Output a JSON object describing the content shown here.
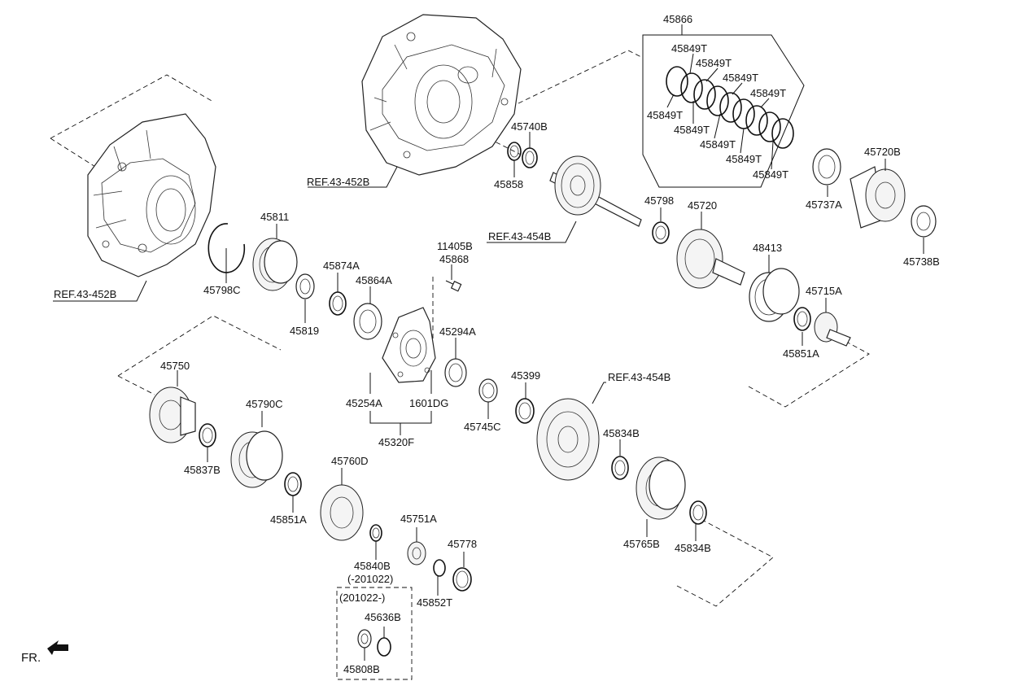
{
  "labels": {
    "p45866": "45866",
    "p45849t_1": "45849T",
    "p45849t_2": "45849T",
    "p45849t_3": "45849T",
    "p45849t_4": "45849T",
    "p45849t_5": "45849T",
    "p45849t_6": "45849T",
    "p45849t_7": "45849T",
    "p45849t_8": "45849T",
    "p45849t_9": "45849T",
    "p45740b": "45740B",
    "p45858": "45858",
    "ref_43_452b_top": "REF.43-452B",
    "p45720b": "45720B",
    "p45737a": "45737A",
    "p45798": "45798",
    "p45720": "45720",
    "ref_43_454b_mid": "REF.43-454B",
    "p45738b": "45738B",
    "p48413": "48413",
    "p45715a": "45715A",
    "p45851a_right": "45851A",
    "p11405b": "11405B",
    "p45868": "45868",
    "p45811": "45811",
    "p45798c": "45798C",
    "p45874a": "45874A",
    "p45864a": "45864A",
    "p45819": "45819",
    "ref_43_452b_left": "REF.43-452B",
    "p45294a": "45294A",
    "p45254a": "45254A",
    "p1601dg": "1601DG",
    "p45320f": "45320F",
    "p45399": "45399",
    "p45745c": "45745C",
    "ref_43_454b_right": "REF.43-454B",
    "p45750": "45750",
    "p45790c": "45790C",
    "p45837b": "45837B",
    "p45834b_top": "45834B",
    "p45760d": "45760D",
    "p45851a_left": "45851A",
    "p45765b": "45765B",
    "p45834b_bottom": "45834B",
    "p45751a": "45751A",
    "p45778": "45778",
    "p45840b": "45840B",
    "p45840b_date": "(-201022)",
    "p45852t": "45852T",
    "date_box": "(201022-)",
    "p45636b": "45636B",
    "p45808b": "45808B",
    "fr": "FR."
  }
}
